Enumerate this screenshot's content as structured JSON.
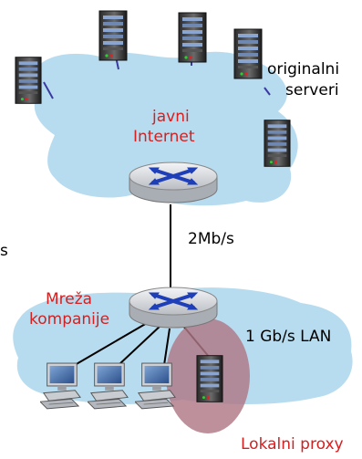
{
  "labels": {
    "origin_servers_line1": "originalni",
    "origin_servers_line2": "serveri",
    "internet_line1": "javni",
    "internet_line2": "Internet",
    "access_link": "2Mb/s",
    "stray_left": "s",
    "company_line1": "Mreža",
    "company_line2": "kompanije",
    "lan": "1 Gb/s LAN",
    "proxy": "Lokalni proxy"
  },
  "colors": {
    "cloud": "#b8dcef",
    "red_text": "#d42020",
    "proxy_highlight": "#b07886",
    "link": "#000000",
    "router_body": "#dfe2e6",
    "router_arrows": "#1e3fb8"
  },
  "icons": {
    "server": "server-tower-icon",
    "router": "router-icon",
    "workstation": "desktop-computer-icon"
  }
}
